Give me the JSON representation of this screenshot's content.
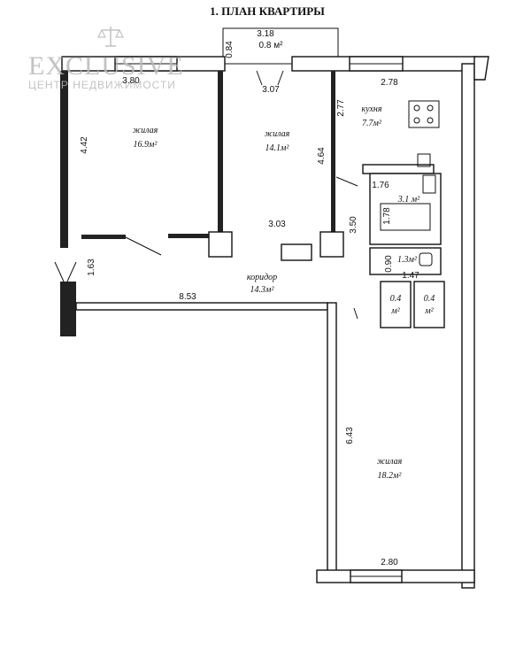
{
  "title": "1. ПЛАН КВАРТИРЫ",
  "watermark": {
    "brand": "EXCLUSIVE",
    "subtitle": "ЦЕНТР НЕДВИЖИМОСТИ",
    "icon": "scales-icon",
    "color": "#b9b9b9"
  },
  "rooms": {
    "balcony": {
      "width": "3.18",
      "area": "0.8 м²",
      "depth": "0.84"
    },
    "living1": {
      "name": "жилая",
      "area": "16.9м²"
    },
    "living2": {
      "name": "жилая",
      "area": "14.1м²"
    },
    "kitchen": {
      "name": "кухня",
      "area": "7.7м²"
    },
    "bath": {
      "area": "3.1 м²"
    },
    "wc": {
      "area": "1.3м²"
    },
    "closet1": {
      "area": "0.4",
      "unit": "м²"
    },
    "closet2": {
      "area": "0.4",
      "unit": "м²"
    },
    "corridor": {
      "name": "коридор",
      "area": "14.3м²"
    },
    "living3": {
      "name": "жилая",
      "area": "18.2м²"
    }
  },
  "dimensions": {
    "d380": "3.80",
    "d307": "3.07",
    "d278": "2.78",
    "d277": "2.77",
    "d442": "4.42",
    "d464": "4.64",
    "d176": "1.76",
    "d178": "1.78",
    "d303": "3.03",
    "d350": "3.50",
    "d090": "0.90",
    "d147": "1.47",
    "d163": "1.63",
    "d853": "8.53",
    "d643": "6.43",
    "d280": "2.80"
  }
}
